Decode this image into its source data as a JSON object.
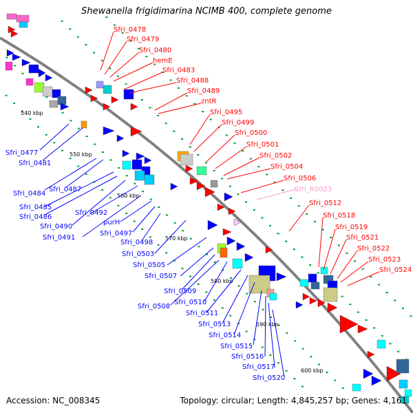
{
  "title": "Shewanella frigidimarina NCIMB 400, complete genome",
  "footer": {
    "accession": "Accession: NC_008345",
    "topology": "Topology: circular; Length: 4,845,257 bp; Genes: 4,161"
  },
  "colors": {
    "backbone": "#808080",
    "forward": "#ff0000",
    "reverse": "#0000ff",
    "rna": "#ff99cc",
    "grid_green": "#009933"
  },
  "ticks": [
    "540 kbp",
    "550 kbp",
    "560 kbp",
    "570 kbp",
    "580 kbp",
    "590 kbp",
    "600 kbp"
  ],
  "labels_red": [
    "Sfri_0478",
    "Sfri_0479",
    "Sfri_0480",
    "hemE",
    "Sfri_0483",
    "Sfri_0488",
    "Sfri_0489",
    "zntR",
    "Sfri_0495",
    "Sfri_0499",
    "Sfri_0500",
    "Sfri_0501",
    "Sfri_0502",
    "Sfri_0504",
    "Sfri_0506",
    "Sfri_R0023",
    "Sfri_0512",
    "Sfri_0518",
    "Sfri_0519",
    "Sfri_0521",
    "Sfri_0522",
    "Sfri_0523",
    "Sfri_0524"
  ],
  "labels_blue": [
    "Sfri_0477",
    "Sfri_0481",
    "Sfri_0484",
    "Sfri_0487",
    "Sfri_0485",
    "Sfri_0486",
    "Sfri_0490",
    "Sfri_0492",
    "Sfri_0491",
    "purH",
    "Sfri_0497",
    "Sfri_0498",
    "Sfri_0503",
    "Sfri_0505",
    "Sfri_0507",
    "Sfri_0509",
    "Sfri_0508",
    "Sfri_0510",
    "Sfri_0511",
    "Sfri_0513",
    "Sfri_0514",
    "Sfri_0515",
    "Sfri_0516",
    "Sfri_0517",
    "Sfri_0520"
  ]
}
